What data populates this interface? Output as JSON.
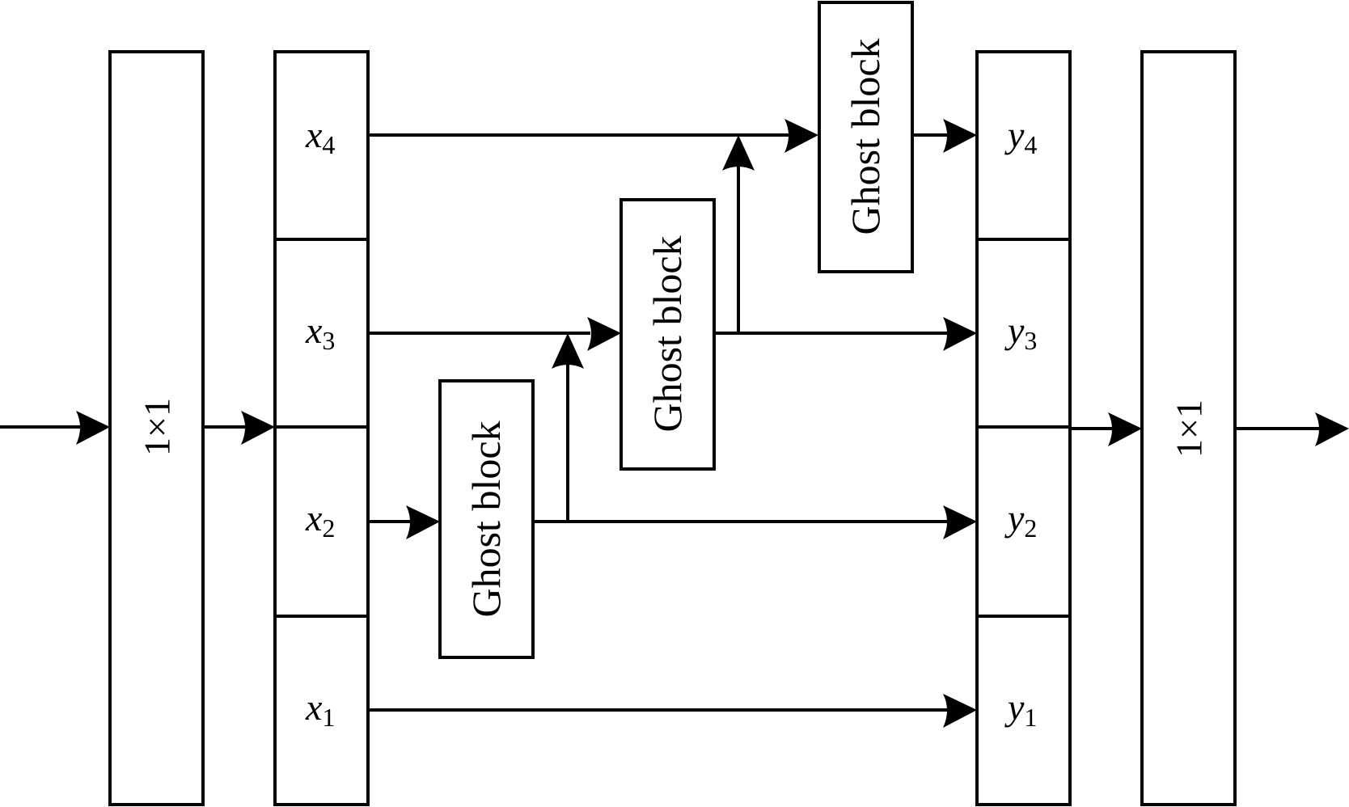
{
  "conv_in": {
    "label": "1×1"
  },
  "conv_out": {
    "label": "1×1"
  },
  "inputs": [
    {
      "letter": "x",
      "sub": "4"
    },
    {
      "letter": "x",
      "sub": "3"
    },
    {
      "letter": "x",
      "sub": "2"
    },
    {
      "letter": "x",
      "sub": "1"
    }
  ],
  "outputs": [
    {
      "letter": "y",
      "sub": "4"
    },
    {
      "letter": "y",
      "sub": "3"
    },
    {
      "letter": "y",
      "sub": "2"
    },
    {
      "letter": "y",
      "sub": "1"
    }
  ],
  "ghost_blocks": [
    {
      "label": "Ghost block"
    },
    {
      "label": "Ghost block"
    },
    {
      "label": "Ghost block"
    }
  ]
}
